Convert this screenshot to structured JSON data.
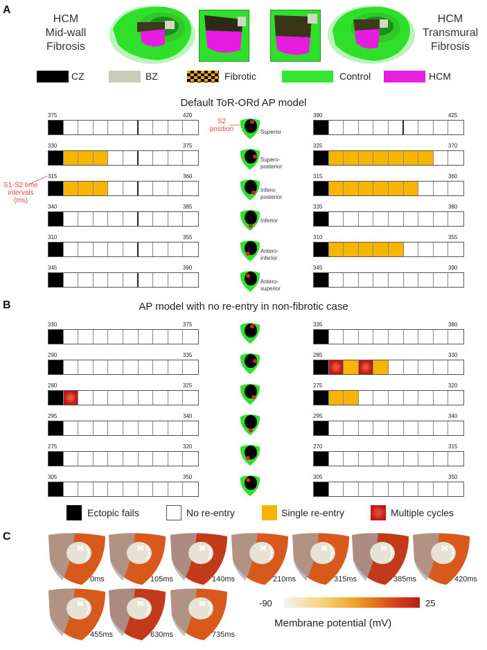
{
  "panels": {
    "a": "A",
    "b": "B",
    "c": "C"
  },
  "top": {
    "left_label": [
      "HCM",
      "Mid-wall",
      "Fibrosis"
    ],
    "right_label": [
      "HCM",
      "Transmural",
      "Fibrosis"
    ]
  },
  "tissue_legend": [
    {
      "label": "CZ",
      "color": "#000000"
    },
    {
      "label": "BZ",
      "color": "#c9cdb8"
    },
    {
      "label": "Fibrotic",
      "color": "#e6a817"
    },
    {
      "label": "Control",
      "color": "#33e632"
    },
    {
      "label": "HCM",
      "color": "#e81ee0"
    }
  ],
  "section_a": {
    "title": "Default ToR-ORd AP model",
    "s2_label": [
      "S2",
      "position"
    ],
    "interval_label": [
      "S1-S2 time",
      "intervals",
      "(ms)"
    ],
    "positions": [
      "Superior",
      "Supero-\nposterior",
      "Infero-\nposterior",
      "Inferior",
      "Antero-\ninferior",
      "Antero-\nsuperior"
    ],
    "left_rows": [
      {
        "start": "375",
        "end": "420",
        "cells": [
          "k",
          "w",
          "w",
          "w",
          "w",
          "w",
          "w",
          "w",
          "w",
          "w"
        ],
        "thick": 5
      },
      {
        "start": "330",
        "end": "375",
        "cells": [
          "k",
          "o",
          "o",
          "o",
          "w",
          "w",
          "w",
          "w",
          "w",
          "w"
        ],
        "thick": 5
      },
      {
        "start": "315",
        "end": "360",
        "cells": [
          "k",
          "o",
          "o",
          "o",
          "w",
          "w",
          "w",
          "w",
          "w",
          "w"
        ],
        "thick": 5
      },
      {
        "start": "340",
        "end": "385",
        "cells": [
          "k",
          "w",
          "w",
          "w",
          "w",
          "w",
          "w",
          "w",
          "w",
          "w"
        ],
        "thick": 5
      },
      {
        "start": "310",
        "end": "355",
        "cells": [
          "k",
          "w",
          "w",
          "w",
          "w",
          "w",
          "w",
          "w",
          "w",
          "w"
        ],
        "thick": 5
      },
      {
        "start": "345",
        "end": "390",
        "cells": [
          "k",
          "w",
          "w",
          "w",
          "w",
          "w",
          "w",
          "w",
          "w",
          "w"
        ],
        "thick": 5
      }
    ],
    "right_rows": [
      {
        "start": "380",
        "end": "425",
        "cells": [
          "k",
          "w",
          "w",
          "w",
          "w",
          "w",
          "w",
          "w",
          "w",
          "w"
        ],
        "thick": 5
      },
      {
        "start": "325",
        "end": "370",
        "cells": [
          "k",
          "o",
          "o",
          "o",
          "o",
          "o",
          "o",
          "o",
          "w",
          "w"
        ],
        "thick": -1
      },
      {
        "start": "315",
        "end": "360",
        "cells": [
          "k",
          "o",
          "o",
          "o",
          "o",
          "o",
          "o",
          "w",
          "w",
          "w"
        ],
        "thick": -1
      },
      {
        "start": "335",
        "end": "380",
        "cells": [
          "k",
          "w",
          "w",
          "w",
          "w",
          "w",
          "w",
          "w",
          "w",
          "w"
        ],
        "thick": -1
      },
      {
        "start": "310",
        "end": "355",
        "cells": [
          "k",
          "o",
          "o",
          "o",
          "o",
          "o",
          "w",
          "w",
          "w",
          "w"
        ],
        "thick": -1
      },
      {
        "start": "345",
        "end": "390",
        "cells": [
          "k",
          "w",
          "w",
          "w",
          "w",
          "w",
          "w",
          "w",
          "w",
          "w"
        ],
        "thick": -1
      }
    ]
  },
  "section_b": {
    "title": "AP model with no re-entry in non-fibrotic case",
    "left_rows": [
      {
        "start": "330",
        "end": "375",
        "cells": [
          "k",
          "w",
          "w",
          "w",
          "w",
          "w",
          "w",
          "w",
          "w",
          "w"
        ]
      },
      {
        "start": "290",
        "end": "335",
        "cells": [
          "k",
          "w",
          "w",
          "w",
          "w",
          "w",
          "w",
          "w",
          "w",
          "w"
        ]
      },
      {
        "start": "280",
        "end": "325",
        "cells": [
          "k",
          "r",
          "w",
          "w",
          "w",
          "w",
          "w",
          "w",
          "w",
          "w"
        ]
      },
      {
        "start": "295",
        "end": "340",
        "cells": [
          "k",
          "w",
          "w",
          "w",
          "w",
          "w",
          "w",
          "w",
          "w",
          "w"
        ]
      },
      {
        "start": "275",
        "end": "320",
        "cells": [
          "k",
          "w",
          "w",
          "w",
          "w",
          "w",
          "w",
          "w",
          "w",
          "w"
        ]
      },
      {
        "start": "305",
        "end": "350",
        "cells": [
          "k",
          "w",
          "w",
          "w",
          "w",
          "w",
          "w",
          "w",
          "w",
          "w"
        ]
      }
    ],
    "right_rows": [
      {
        "start": "335",
        "end": "380",
        "cells": [
          "k",
          "w",
          "w",
          "w",
          "w",
          "w",
          "w",
          "w",
          "w",
          "w"
        ]
      },
      {
        "start": "285",
        "end": "330",
        "cells": [
          "k",
          "r",
          "o",
          "r",
          "o",
          "w",
          "w",
          "w",
          "w",
          "w"
        ]
      },
      {
        "start": "275",
        "end": "320",
        "cells": [
          "k",
          "o",
          "o",
          "w",
          "w",
          "w",
          "w",
          "w",
          "w",
          "w"
        ]
      },
      {
        "start": "295",
        "end": "340",
        "cells": [
          "k",
          "w",
          "w",
          "w",
          "w",
          "w",
          "w",
          "w",
          "w",
          "w"
        ]
      },
      {
        "start": "270",
        "end": "315",
        "cells": [
          "k",
          "w",
          "w",
          "w",
          "w",
          "w",
          "w",
          "w",
          "w",
          "w"
        ]
      },
      {
        "start": "305",
        "end": "350",
        "cells": [
          "k",
          "w",
          "w",
          "w",
          "w",
          "w",
          "w",
          "w",
          "w",
          "w"
        ]
      }
    ]
  },
  "outcome_legend": [
    {
      "label": "Ectopic fails",
      "color": "#000000"
    },
    {
      "label": "No re-entry",
      "color": "#ffffff"
    },
    {
      "label": "Single re-entry",
      "color": "#f7b500"
    },
    {
      "label": "Multiple cycles",
      "color": "#c0151b"
    }
  ],
  "section_c": {
    "frames_row1": [
      "0ms",
      "105ms",
      "140ms",
      "210ms",
      "315ms",
      "385ms",
      "420ms"
    ],
    "frames_row2": [
      "455ms",
      "630ms",
      "735ms"
    ],
    "colorbar": {
      "min": "-90",
      "max": "25",
      "label": "Membrane potential (mV)"
    }
  }
}
